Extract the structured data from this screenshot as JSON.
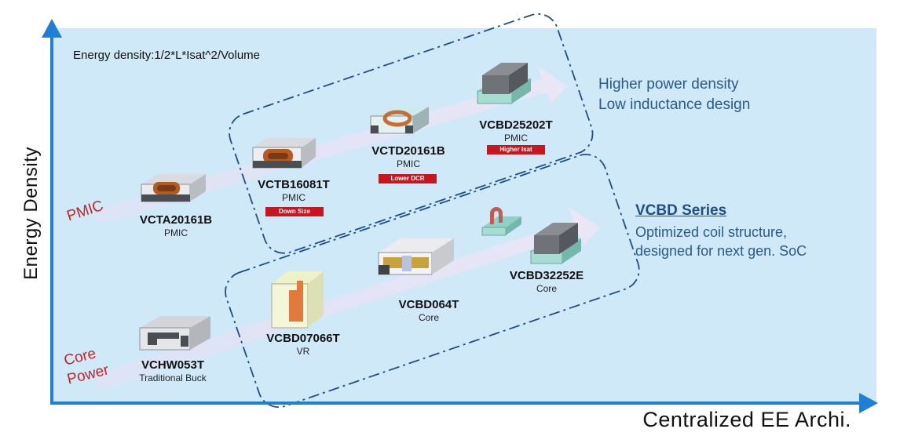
{
  "axes": {
    "y_label": "Energy Density",
    "x_label": "Centralized EE Archi."
  },
  "formula": "Energy density:1/2*L*Isat^2/Volume",
  "groups": {
    "pmic": {
      "line1": "Higher power density",
      "line2": "Low inductance design"
    },
    "vcbd": {
      "title": "VCBD Series",
      "line1": "Optimized coil structure,",
      "line2": "designed for next gen. SoC"
    }
  },
  "series_labels": {
    "pmic": "PMIC",
    "core_line1": "Core",
    "core_line2": "Power"
  },
  "parts": [
    {
      "id": "vcta20161b",
      "name": "VCTA20161B",
      "app": "PMIC",
      "badge": ""
    },
    {
      "id": "vctb16081t",
      "name": "VCTB16081T",
      "app": "PMIC",
      "badge": "Down Size"
    },
    {
      "id": "vctd20161b",
      "name": "VCTD20161B",
      "app": "PMIC",
      "badge": "Lower DCR"
    },
    {
      "id": "vcbd25202t",
      "name": "VCBD25202T",
      "app": "PMIC",
      "badge": "Higher Isat"
    },
    {
      "id": "vchw053t",
      "name": "VCHW053T",
      "app": "Traditional Buck",
      "badge": ""
    },
    {
      "id": "vcbd07066t",
      "name": "VCBD07066T",
      "app": "VR",
      "badge": ""
    },
    {
      "id": "vcbd064t",
      "name": "VCBD064T",
      "app": "Core",
      "badge": ""
    },
    {
      "id": "vcbd32252e",
      "name": "VCBD32252E",
      "app": "Core",
      "badge": ""
    }
  ],
  "colors": {
    "axis": "#1e7fd6",
    "panel": "#cfe9f9",
    "dashed_outline": "#1f4e86",
    "series_label": "#c22428",
    "badge": "#c8161e"
  }
}
